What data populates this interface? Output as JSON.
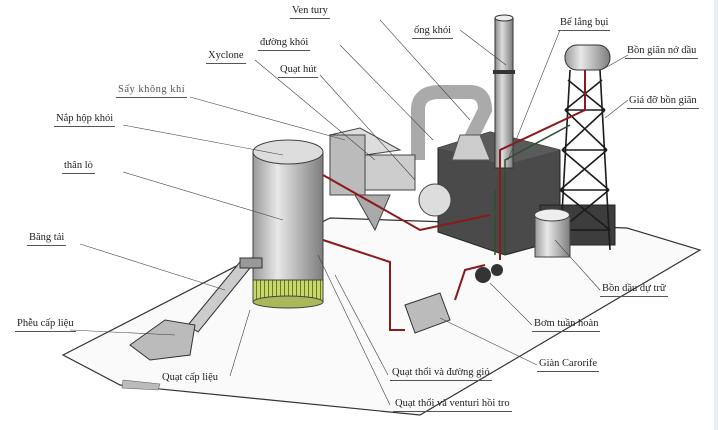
{
  "diagram": {
    "title": "Sơ đồ hệ thống lò dầu tải nhiệt",
    "labels": {
      "ven_tury": "Ven tury",
      "ong_khoi": "ống khói",
      "be_lang_bui": "Bể lắng bụi",
      "bon_gian_no_dau": "Bồn giãn nở dầu",
      "gia_do_bon_gian": "Giá đỡ bồn giãn",
      "duong_khoi": "đường khói",
      "xyclone": "Xyclone",
      "quat_hut": "Quạt hút",
      "say_khong_khi": "Sấy không khí",
      "nap_hop_khoi": "Nắp hộp khói",
      "than_lo": "thân lò",
      "bang_tai": "Băng tải",
      "pheu_cap_lieu": "Phễu cấp liệu",
      "quat_cap_lieu": "Quạt cấp liệu",
      "bon_dau_du_tru": "Bồn dầu dự trữ",
      "bom_tuan_hoan": "Bơm tuần hoàn",
      "gian_carorife": "Giàn Carorife",
      "quat_thoi_duong_gio": "Quạt thổi và đường gió",
      "quat_thoi_venturi": "Quạt thổi và venturi hồi tro"
    },
    "colors": {
      "pipe_hot": "#8b1a1a",
      "pipe_return": "#2f4f2f",
      "steel": "#d4d4d4",
      "dark_box": "#4a4a4a",
      "grate_band": "#c8d86a"
    }
  }
}
